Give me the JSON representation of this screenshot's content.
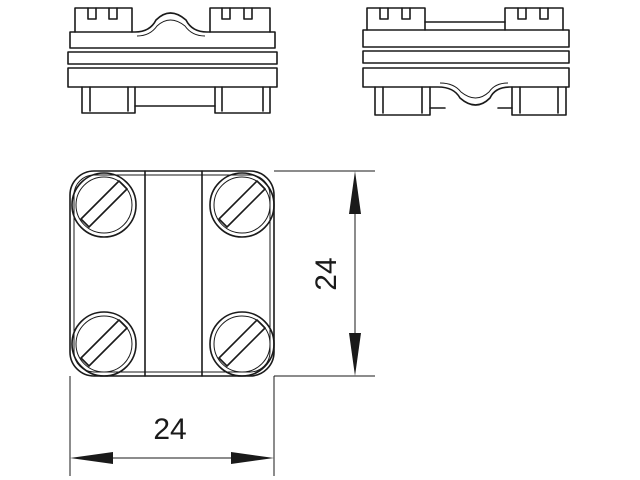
{
  "drawing": {
    "dimensions": {
      "width_label": "24",
      "height_label": "24"
    },
    "colors": {
      "line": "#1a1a1a",
      "background": "#ffffff"
    },
    "screw_count": 4
  }
}
